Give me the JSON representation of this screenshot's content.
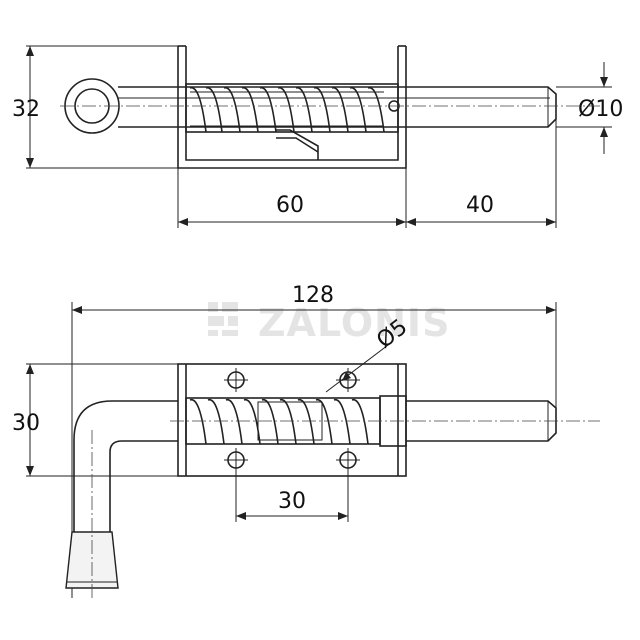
{
  "watermark": {
    "text": "ZALONIS",
    "logo_icon": "zalonis-logo-icon"
  },
  "top_view": {
    "dim_height": "32",
    "dim_diameter": "Ø10",
    "dim_housing_length": "60",
    "dim_pin_extension": "40"
  },
  "bottom_view": {
    "dim_total_length": "128",
    "dim_hole_diameter": "Ø5",
    "dim_height": "30",
    "dim_hole_spacing": "30"
  }
}
